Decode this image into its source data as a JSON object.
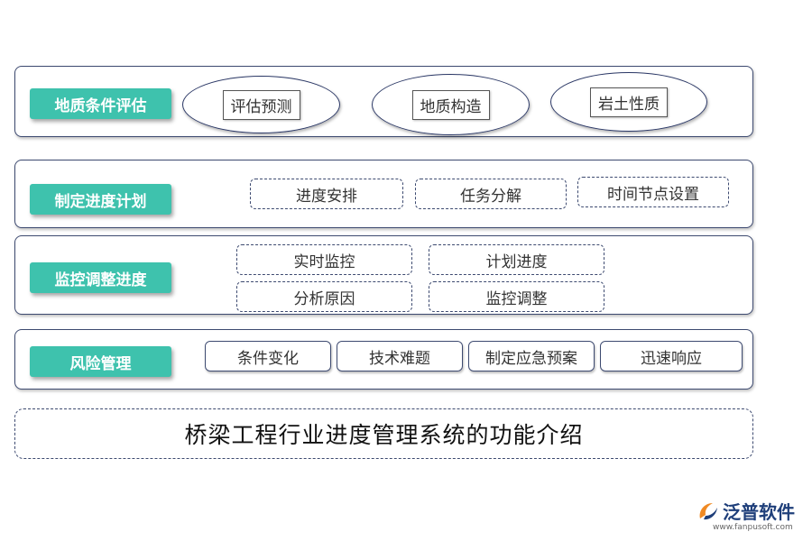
{
  "sections": {
    "geology": {
      "label": "地质条件评估",
      "items": [
        "评估预测",
        "地质构造",
        "岩土性质"
      ]
    },
    "plan": {
      "label": "制定进度计划",
      "items": [
        "进度安排",
        "任务分解",
        "时间节点设置"
      ]
    },
    "monitor": {
      "label": "监控调整进度",
      "items": [
        "实时监控",
        "计划进度",
        "分析原因",
        "监控调整"
      ]
    },
    "risk": {
      "label": "风险管理",
      "items": [
        "条件变化",
        "技术难题",
        "制定应急预案",
        "迅速响应"
      ]
    }
  },
  "title": "桥梁工程行业进度管理系统的功能介绍",
  "brand": {
    "name": "泛普软件",
    "url": "www.fanpusoft.com",
    "colors": {
      "accent": "#3ec2ad",
      "border": "#3d4a70",
      "logo_orange": "#f08a24",
      "logo_blue": "#1f3f7a"
    }
  }
}
